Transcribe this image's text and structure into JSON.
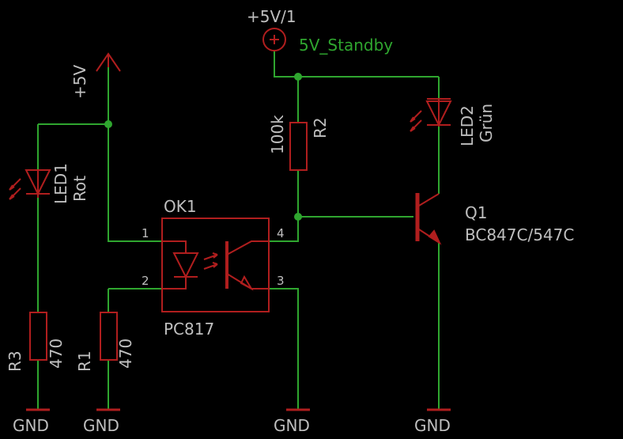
{
  "colors": {
    "background": "#000000",
    "wire": "#2fa62f",
    "component": "#b01e1e",
    "text": "#bfbfbf",
    "net_label": "#2fa62f"
  },
  "power": {
    "supply_5v_standby_label": "+5V/1",
    "net_5v_standby": "5V_Standby",
    "supply_5v_label": "+5V"
  },
  "components": {
    "led1": {
      "name": "LED1",
      "value": "Rot"
    },
    "led2": {
      "name": "LED2",
      "value": "Grün"
    },
    "r1": {
      "name": "R1",
      "value": "470"
    },
    "r2": {
      "name": "R2",
      "value": "100k"
    },
    "r3": {
      "name": "R3",
      "value": "470"
    },
    "ok1": {
      "name": "OK1",
      "value": "PC817",
      "pins": [
        "1",
        "2",
        "3",
        "4"
      ]
    },
    "q1": {
      "name": "Q1",
      "value": "BC847C/547C"
    }
  },
  "ground_label": "GND"
}
